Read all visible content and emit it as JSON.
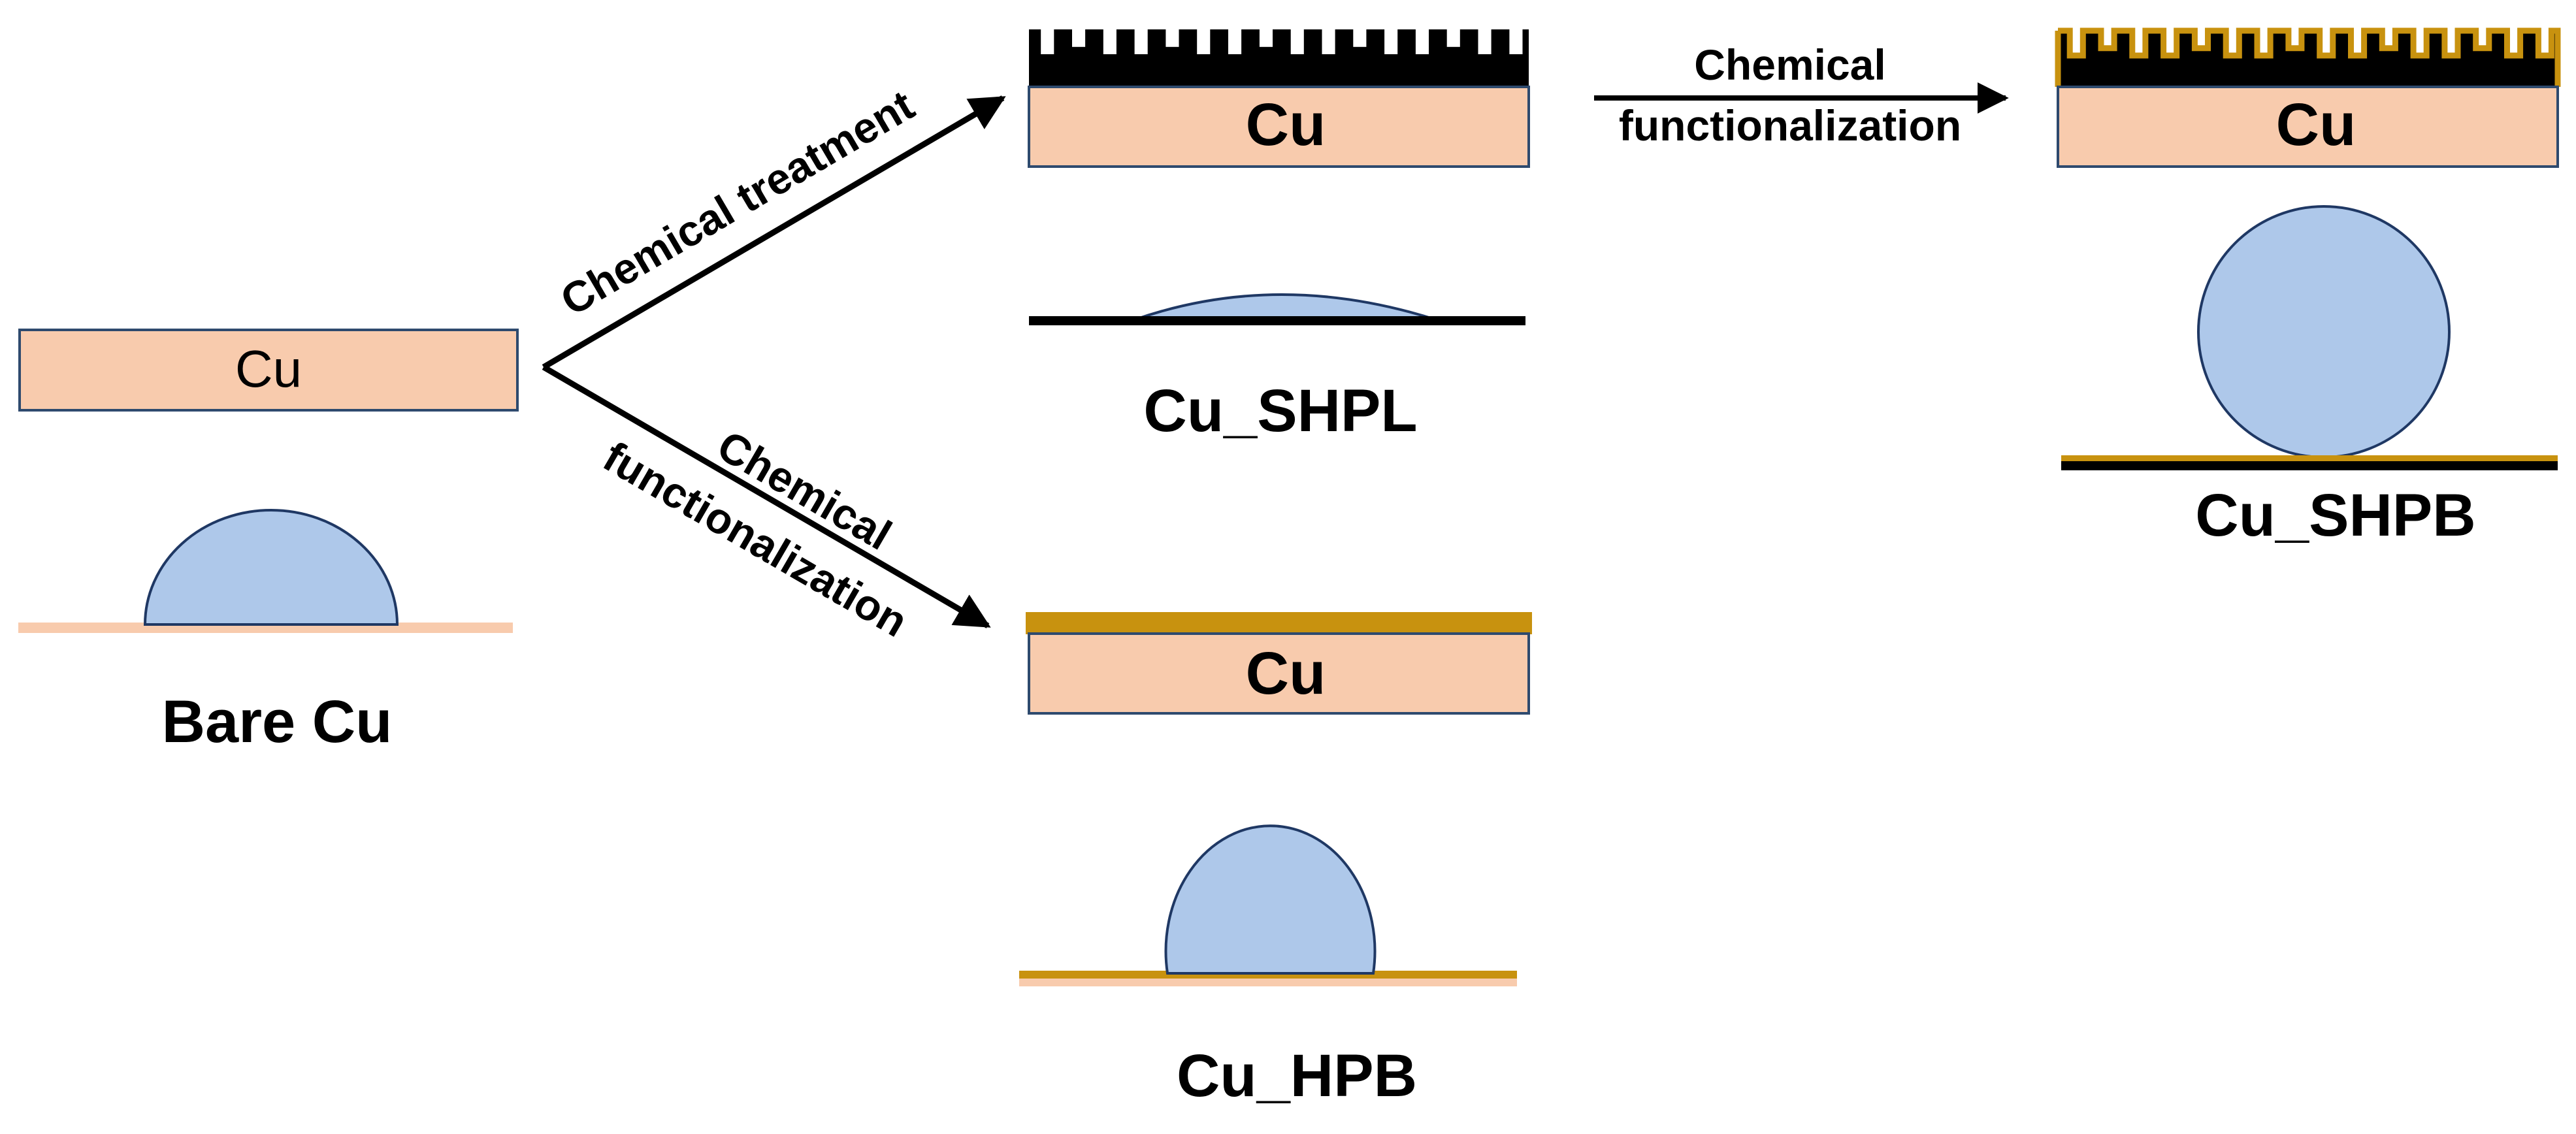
{
  "colors": {
    "copper": "#F8CBAD",
    "copper_light": "#F8CBAD",
    "droplet": "#AEC8EA",
    "droplet_stroke": "#1F3864",
    "coating": "#C8920F",
    "outline": "#2E4A6E",
    "black": "#000000"
  },
  "panels": {
    "bare": {
      "substrate_label": "Cu",
      "caption": "Bare Cu",
      "contact_angle_deg": 90
    },
    "shpl": {
      "substrate_label": "Cu",
      "caption": "Cu_SHPL",
      "contact_angle_deg": 15
    },
    "hpb": {
      "substrate_label": "Cu",
      "caption": "Cu_HPB",
      "contact_angle_deg": 120
    },
    "shpb": {
      "substrate_label": "Cu",
      "caption": "Cu_SHPB",
      "contact_angle_deg": 160
    }
  },
  "arrows": {
    "treatment": {
      "label": "Chemical treatment"
    },
    "functionalization_down": {
      "line1": "Chemical",
      "line2": "functionalization"
    },
    "functionalization_right": {
      "line1": "Chemical",
      "line2": "functionalization"
    }
  }
}
